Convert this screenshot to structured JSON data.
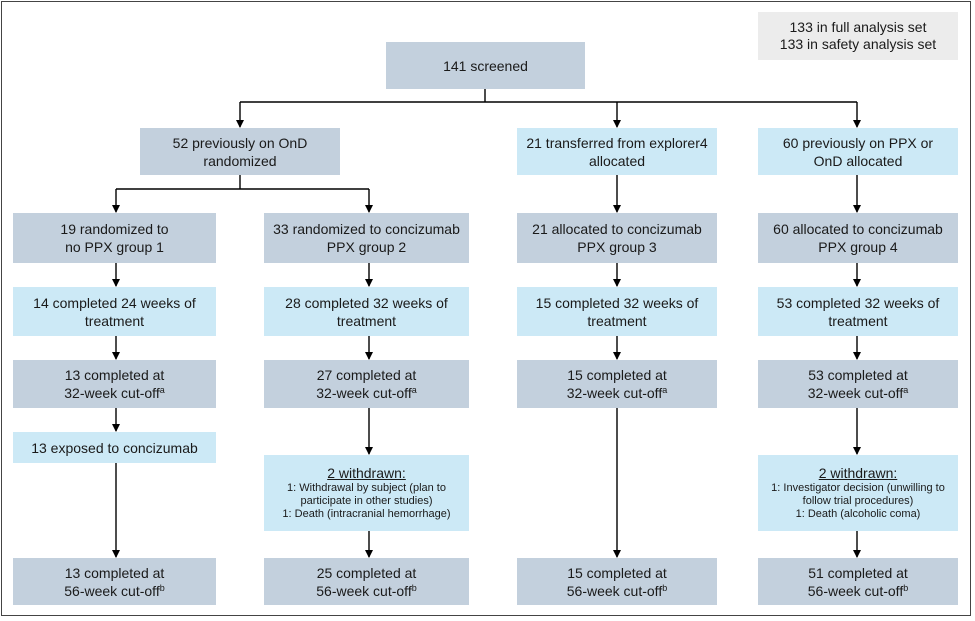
{
  "info": {
    "full": "133 in full analysis set",
    "safety": "133 in safety analysis set"
  },
  "screened": {
    "line1": "141 screened"
  },
  "groups": [
    {
      "source": {
        "line1": "52 previously on OnD",
        "line2": "randomized"
      }
    },
    {
      "source": {
        "line1": "21 transferred from explorer4",
        "line2": "allocated"
      },
      "alloc": {
        "line1": "21 allocated to concizumab",
        "line2": "PPX group 3"
      },
      "completed": {
        "line1": "15 completed 32 weeks of",
        "line2": "treatment"
      },
      "cutoff32": {
        "line1": "15 completed at",
        "line2": "32-week cut-off",
        "sup": "a"
      },
      "cutoff56": {
        "line1": "15 completed at",
        "line2": "56-week cut-off",
        "sup": "b"
      }
    },
    {
      "source": {
        "line1": "60 previously on PPX or",
        "line2": "OnD allocated"
      },
      "alloc": {
        "line1": "60 allocated to concizumab",
        "line2": "PPX group 4"
      },
      "completed": {
        "line1": "53 completed 32 weeks of",
        "line2": "treatment"
      },
      "cutoff32": {
        "line1": "53 completed at",
        "line2": "32-week cut-off",
        "sup": "a"
      },
      "withdrawn": {
        "title": "2 withdrawn:",
        "lines": [
          "1: Investigator decision (unwilling to",
          "follow trial procedures)",
          "1: Death (alcoholic coma)"
        ]
      },
      "cutoff56": {
        "line1": "51 completed at",
        "line2": "56-week cut-off",
        "sup": "b"
      }
    }
  ],
  "randomized": [
    {
      "alloc": {
        "line1": "19 randomized to",
        "line2": "no PPX group 1"
      },
      "completed": {
        "line1": "14 completed 24 weeks of",
        "line2": "treatment"
      },
      "cutoff32": {
        "line1": "13 completed at",
        "line2": "32-week cut-off",
        "sup": "a"
      },
      "exposed": {
        "line1": "13 exposed to concizumab"
      },
      "cutoff56": {
        "line1": "13 completed at",
        "line2": "56-week cut-off",
        "sup": "b"
      }
    },
    {
      "alloc": {
        "line1": "33 randomized to concizumab",
        "line2": "PPX group 2"
      },
      "completed": {
        "line1": "28 completed 32 weeks of",
        "line2": "treatment"
      },
      "cutoff32": {
        "line1": "27 completed at",
        "line2": "32-week cut-off",
        "sup": "a"
      },
      "withdrawn": {
        "title": "2 withdrawn:",
        "lines": [
          "1: Withdrawal by subject (plan to",
          "participate in other studies)",
          "1: Death (intracranial hemorrhage)"
        ]
      },
      "cutoff56": {
        "line1": "25 completed at",
        "line2": "56-week cut-off",
        "sup": "b"
      }
    }
  ],
  "colors": {
    "dark_box": "#c3d0dd",
    "light_box": "#cce9f6",
    "info_box": "#ececec",
    "arrow": "#000000"
  }
}
